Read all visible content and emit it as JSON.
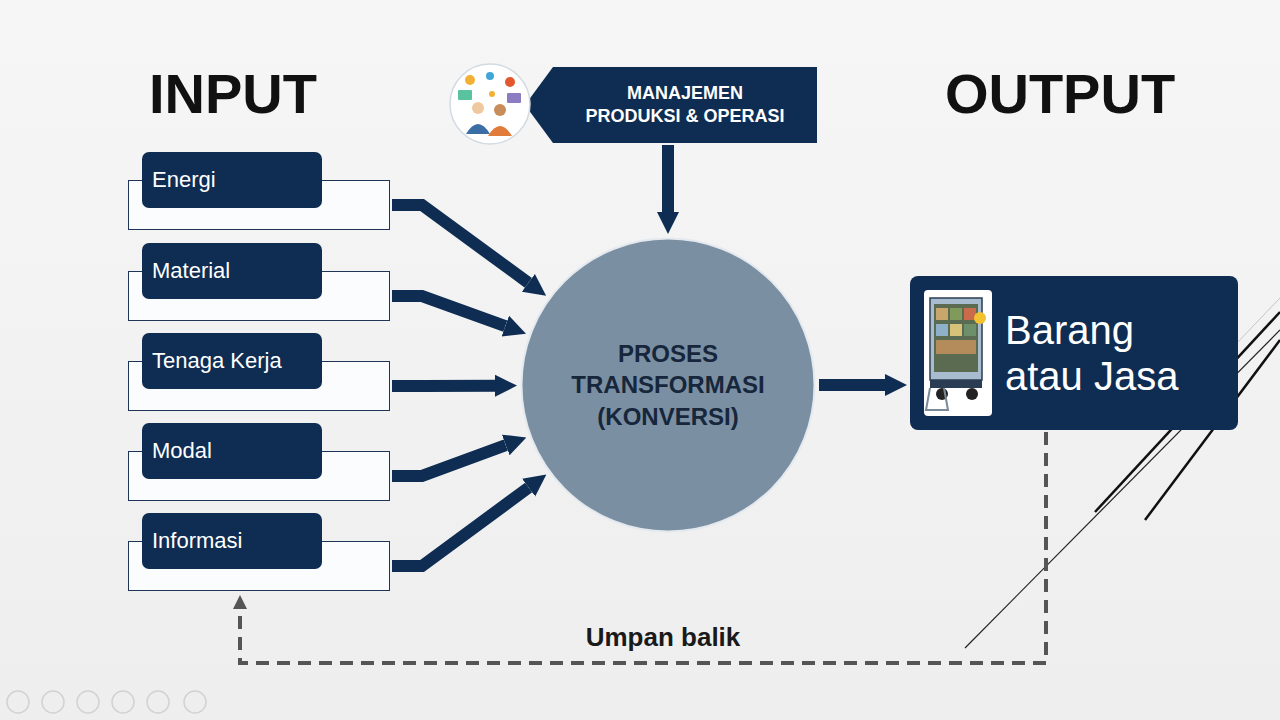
{
  "diagram": {
    "nodes": [
      {
        "text": [
          "Energi"
        ]
      },
      {
        "text": [
          "Material"
        ]
      },
      {
        "text": [
          "Tenaga Kerja"
        ]
      },
      {
        "text": [
          "Modal"
        ]
      },
      {
        "text": [
          "Informasi"
        ]
      },
      {
        "text": [
          "MANAJEMEN PRODUKSI & OPERASI"
        ]
      },
      {
        "text": [
          "PROSES TRANSFORMASI (KONVERSI)"
        ]
      },
      {
        "text": [
          "Barang atau Jasa"
        ]
      }
    ],
    "edges": [
      {
        "from": 0,
        "to": 6,
        "arrow": "to"
      },
      {
        "from": 1,
        "to": 6,
        "arrow": "to"
      },
      {
        "from": 2,
        "to": 6,
        "arrow": "to"
      },
      {
        "from": 3,
        "to": 6,
        "arrow": "to"
      },
      {
        "from": 4,
        "to": 6,
        "arrow": "to"
      },
      {
        "from": 5,
        "to": 6,
        "arrow": "to"
      },
      {
        "from": 6,
        "to": 7,
        "arrow": "to"
      },
      {
        "from": 7,
        "to": 4,
        "label": "Umpan balik",
        "arrow": "to"
      }
    ],
    "labels": [
      "INPUT",
      "OUTPUT"
    ]
  }
}
